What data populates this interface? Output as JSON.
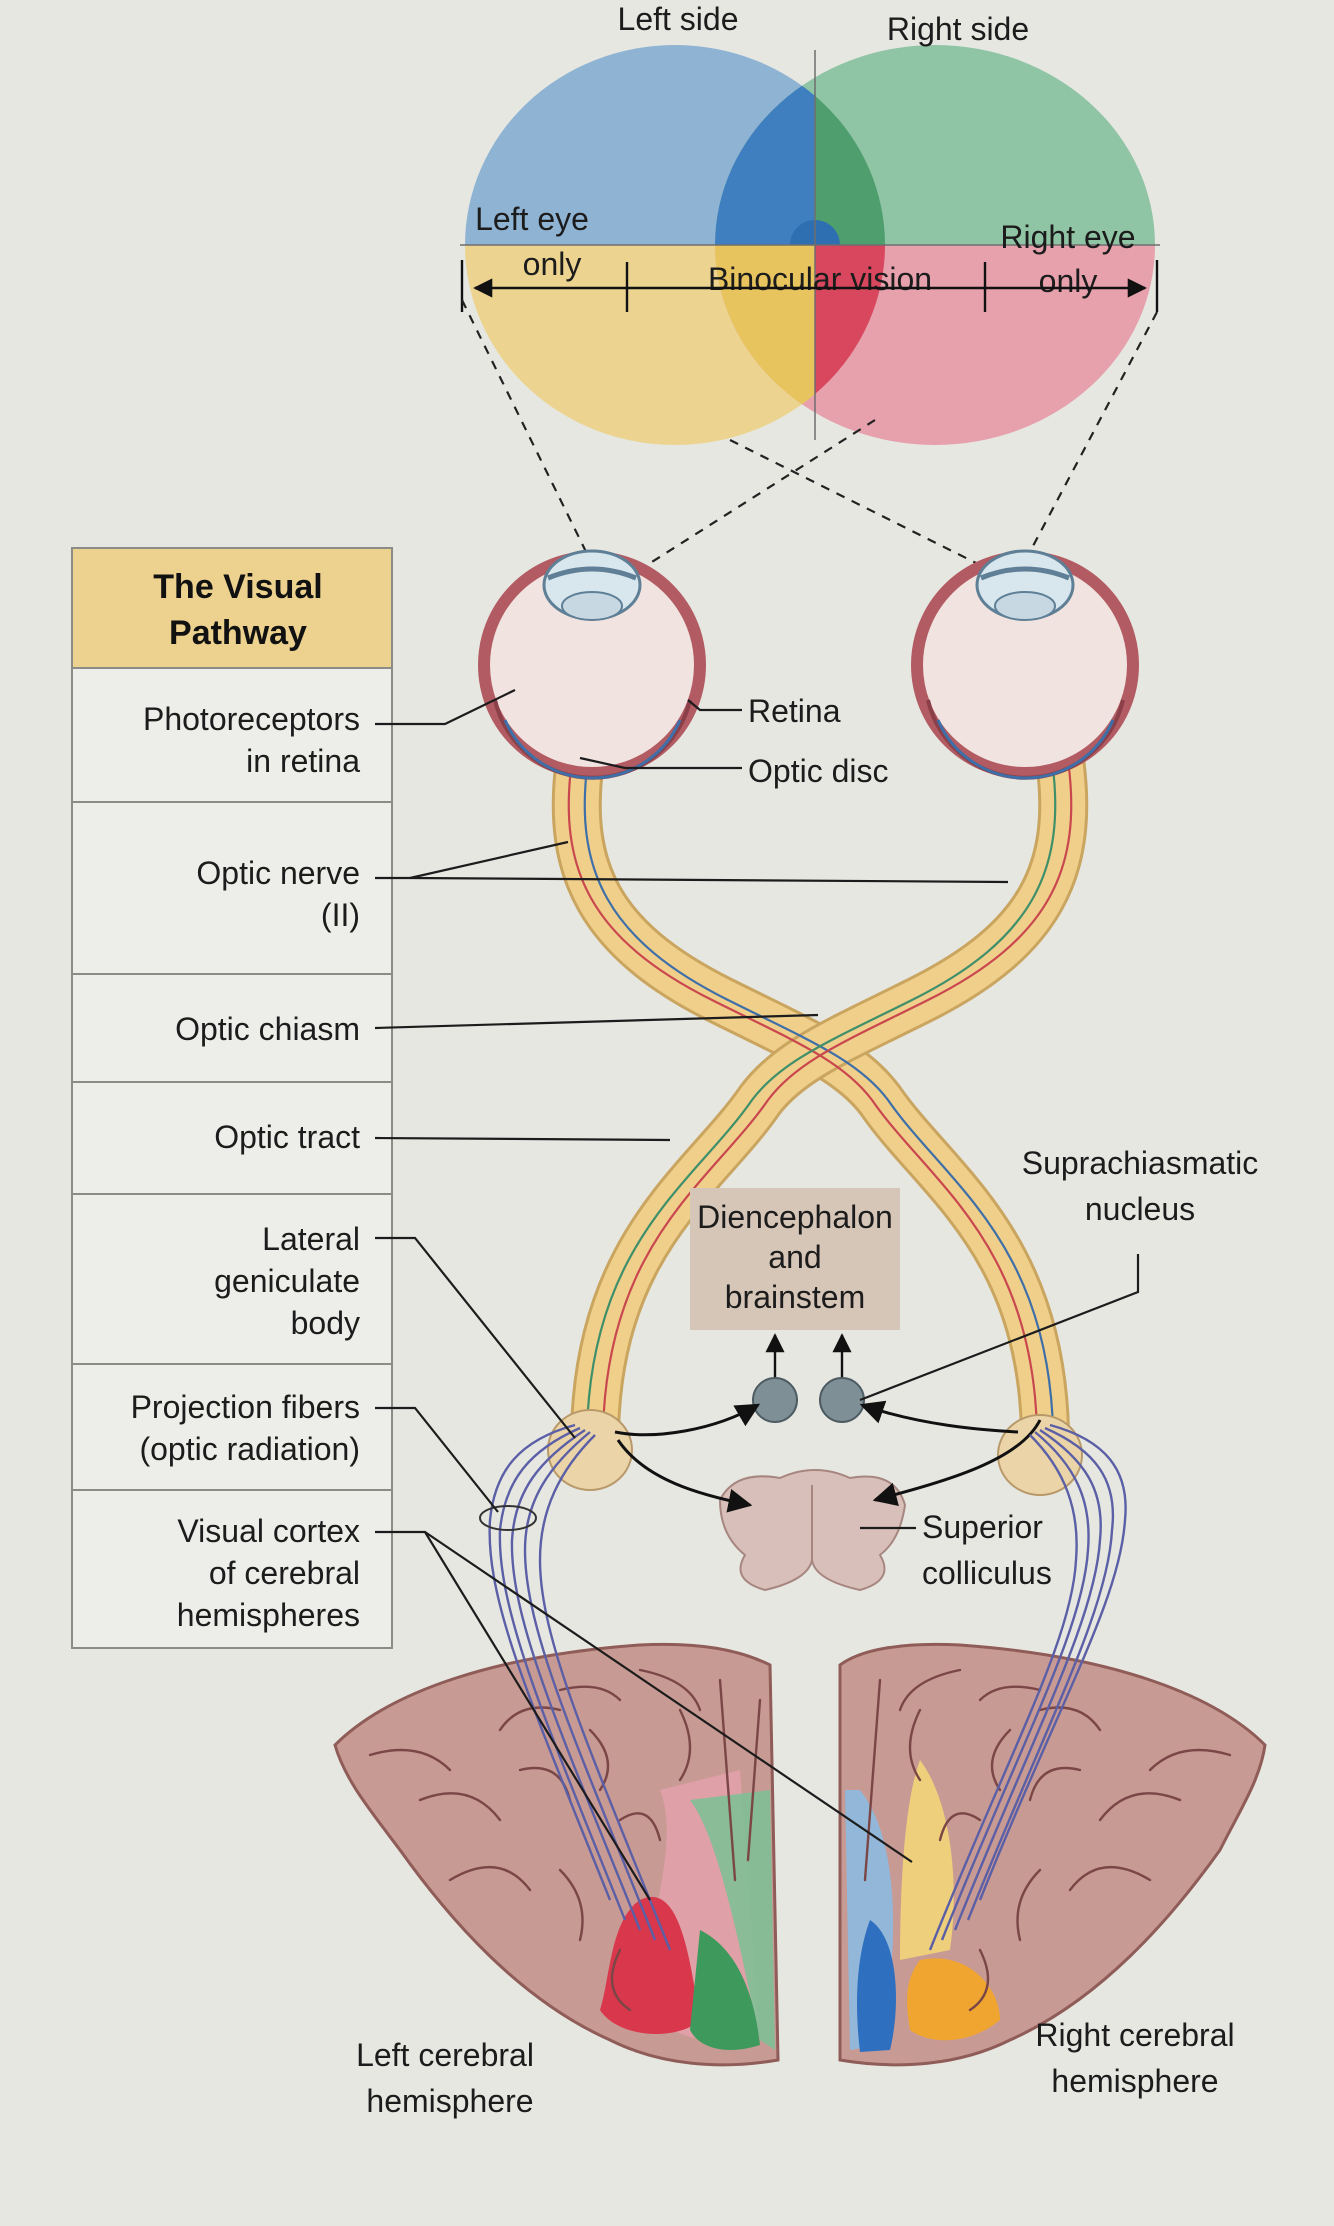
{
  "title": "The Visual Pathway",
  "title_lines": [
    "The Visual",
    "Pathway"
  ],
  "colors": {
    "page": "#e7e7e2",
    "table_header": "#ecd28e",
    "table_cell": "#ededea",
    "left_field_top": "#8fb3d2",
    "left_field_bottom": "#ecd490",
    "right_field_top": "#8fc4a5",
    "right_field_bottom": "#e6a1ad",
    "blue": "#3f7fbf",
    "green": "#4f9e6e",
    "yellow": "#e8c45f",
    "red": "#d8475e",
    "nerve": "#f0cf8a",
    "brain": "#c89a94",
    "fibers": "#5b5fa6"
  },
  "visual_field": {
    "left_side": "Left side",
    "right_side": "Right side",
    "left_eye_only": [
      "Left eye",
      "only"
    ],
    "binocular": "Binocular vision",
    "right_eye_only": [
      "Right eye",
      "only"
    ]
  },
  "pathway_table": [
    {
      "lines": [
        "Photoreceptors",
        "in retina"
      ]
    },
    {
      "lines": [
        "Optic nerve",
        "(II)"
      ]
    },
    {
      "lines": [
        "Optic chiasm"
      ]
    },
    {
      "lines": [
        "Optic tract"
      ]
    },
    {
      "lines": [
        "Lateral",
        "geniculate",
        "body"
      ]
    },
    {
      "lines": [
        "Projection fibers",
        "(optic radiation)"
      ]
    },
    {
      "lines": [
        "Visual cortex",
        "of cerebral",
        "hemispheres"
      ]
    }
  ],
  "labels": {
    "retina": "Retina",
    "optic_disc": "Optic disc",
    "suprachiasmatic": [
      "Suprachiasmatic",
      "nucleus"
    ],
    "diencephalon": [
      "Diencephalon",
      "and",
      "brainstem"
    ],
    "superior_colliculus": [
      "Superior",
      "colliculus"
    ],
    "left_hemisphere": [
      "Left cerebral",
      "hemisphere"
    ],
    "right_hemisphere": [
      "Right cerebral",
      "hemisphere"
    ]
  }
}
